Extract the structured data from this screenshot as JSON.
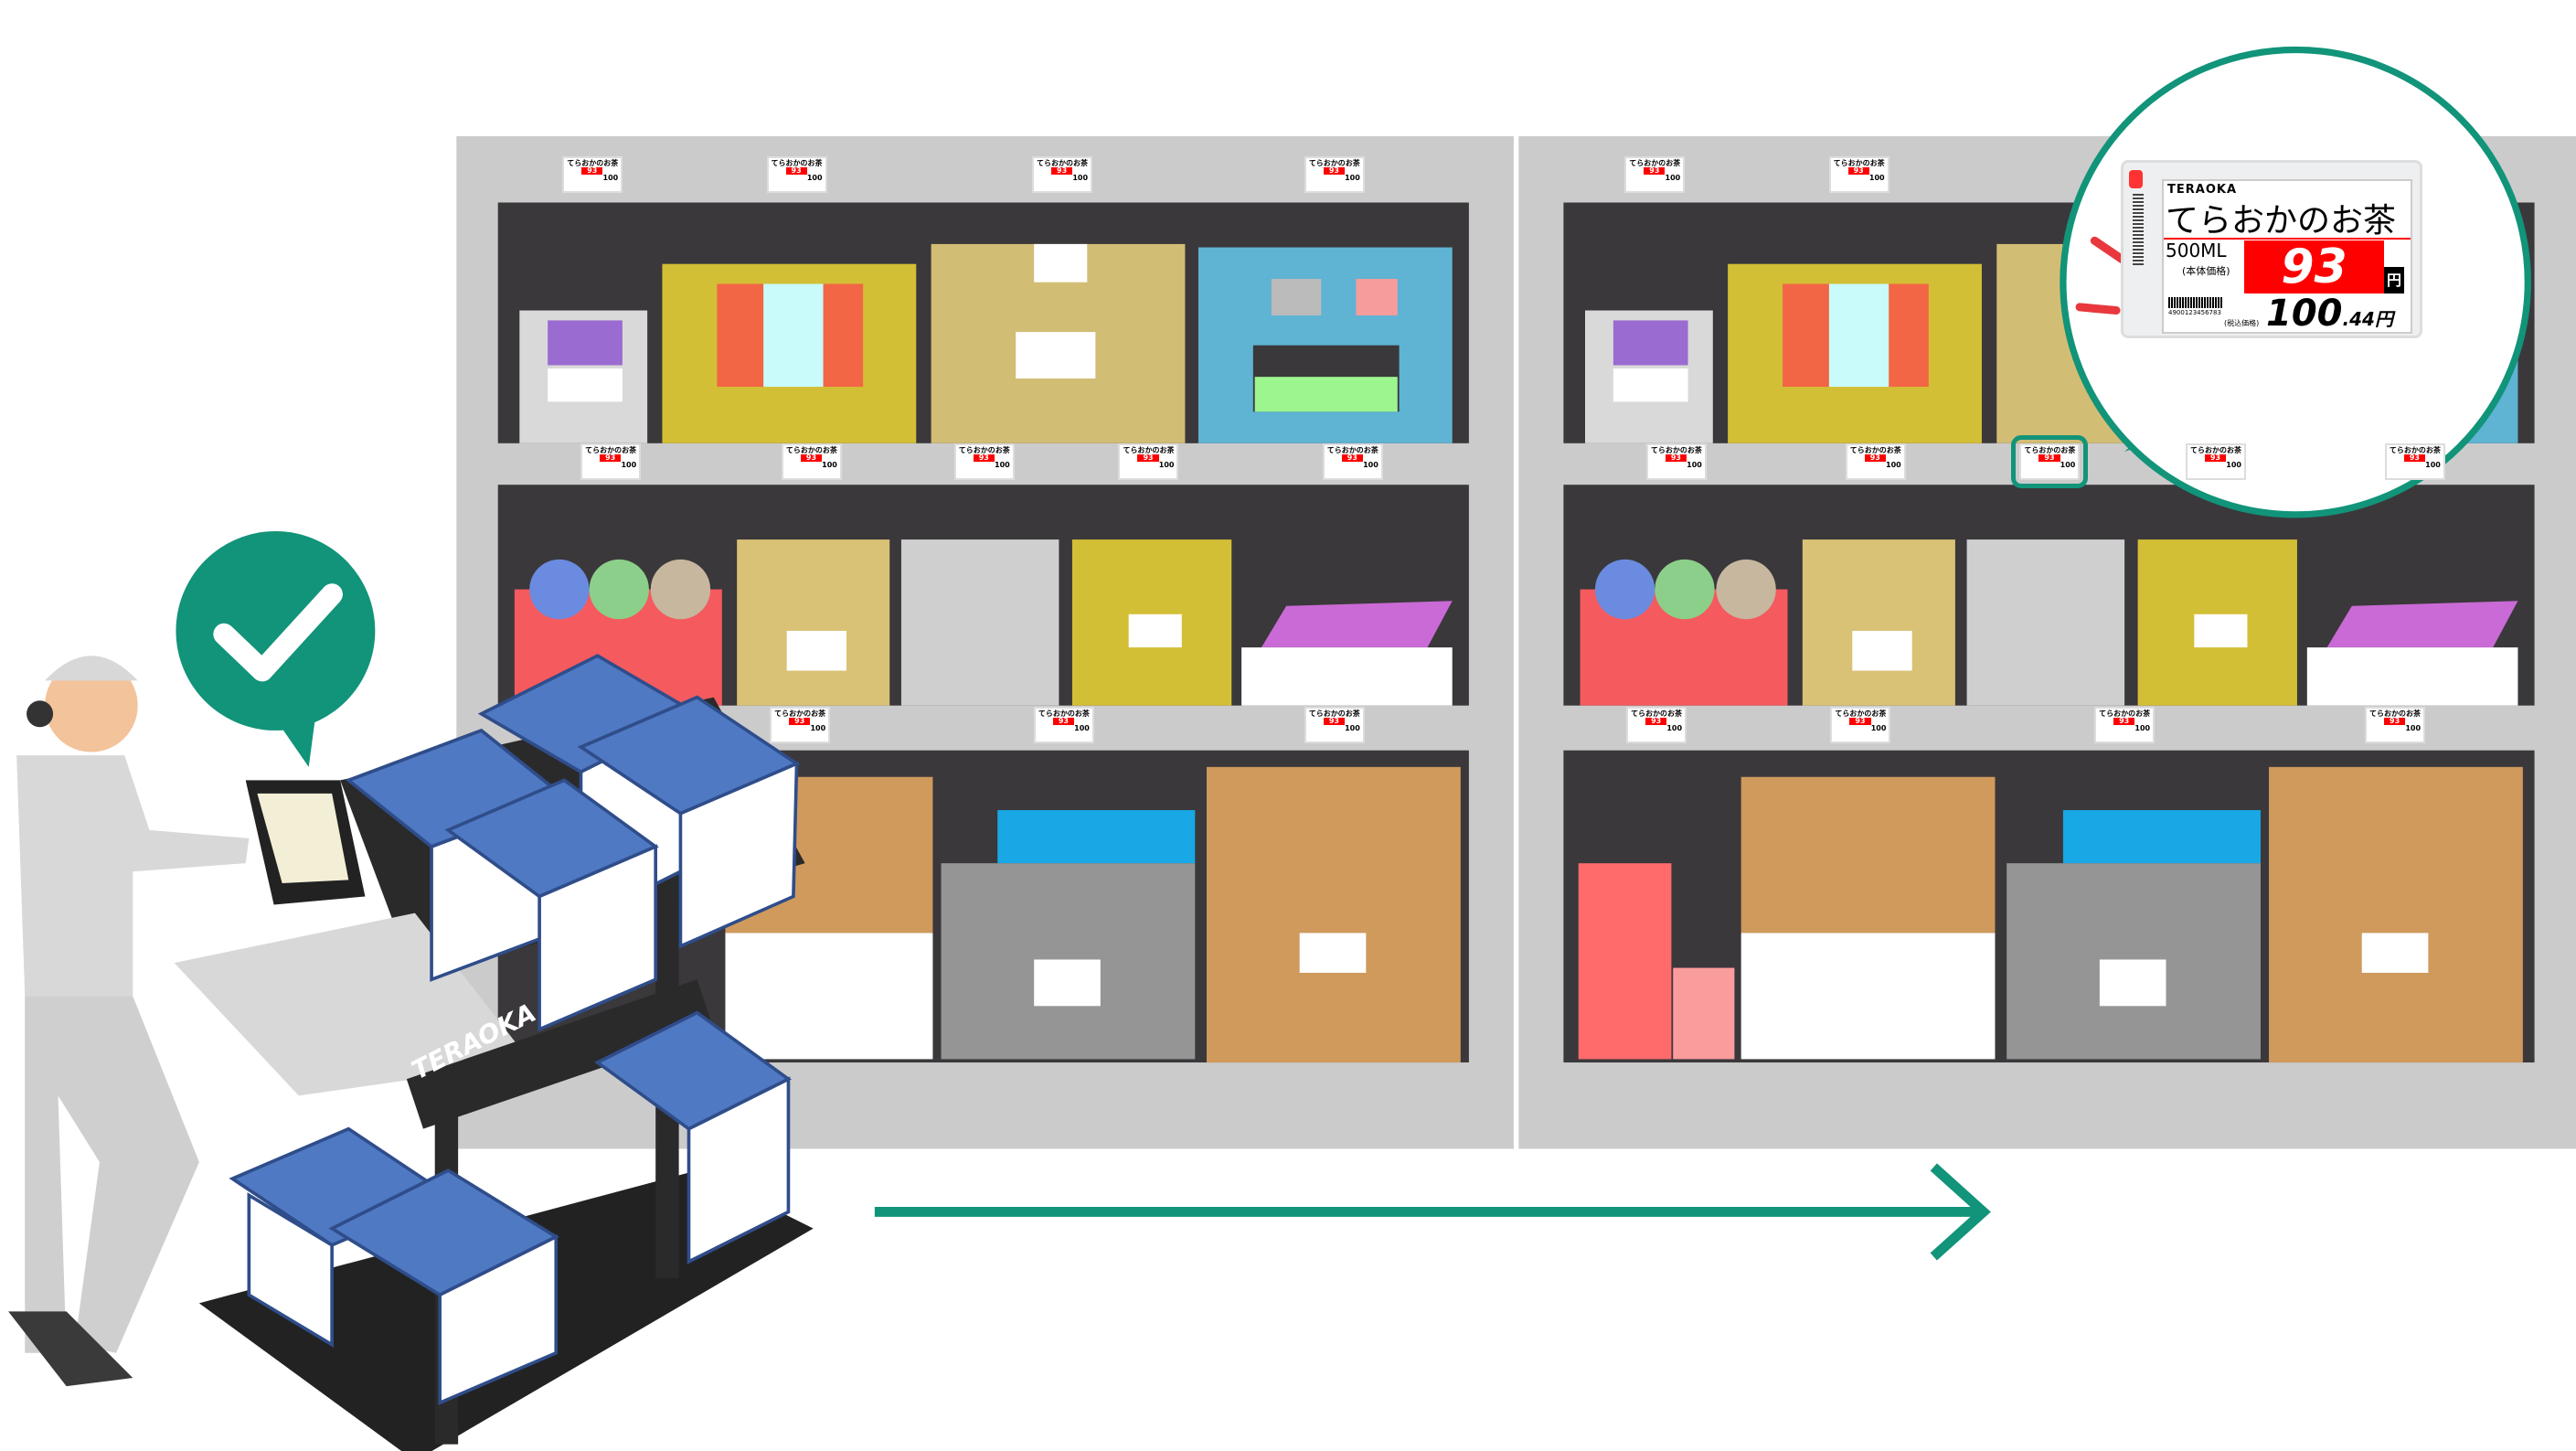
{
  "cart_brand": "TERAOKA",
  "shelf_label": {
    "name": "てらおかのお茶",
    "price": "93",
    "total": "100"
  },
  "esl": {
    "brand": "TERAOKA",
    "product_name": "てらおかのお茶",
    "volume": "500ML",
    "base_price_label": "(本体価格)",
    "price": "93",
    "currency": "円",
    "jan_code": "4900123456783",
    "tax_incl_label": "(税込価格)",
    "total_int": "100",
    "total_dec": ".44",
    "total_currency": "円"
  },
  "colors": {
    "accent": "#119479",
    "shelf": "#cccccc",
    "shelf_back": "#3a383b",
    "alert": "#e8383d"
  }
}
